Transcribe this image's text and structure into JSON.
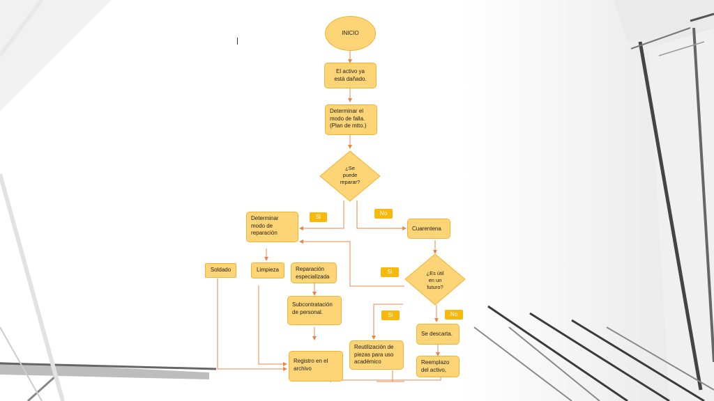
{
  "flowchart": {
    "inicio": "INICIO",
    "activo_danado": "El activo ya\nestá dañado.",
    "determinar_falla": "Determinar el\nmodo de falla.\n(Plan de mtto.)",
    "se_puede_reparar": "¿Se\npuede\nreparar?",
    "determinar_reparacion": "Determinar\nmodo de\nreparación",
    "cuarentena": "Cuarentena",
    "es_util": "¿Es útil\nen un\nfuturo?",
    "soldado": "Soldado",
    "limpieza": "Limpieza",
    "reparacion_especializada": "Reparación\nespecializada",
    "subcontratacion": "Subcontratación\nde personal.",
    "registro": "Registro en el\narchivo",
    "reutilizacion": "Reutilización de\npiezas para uso\nacadémico",
    "se_descarta": "Se descarta.",
    "reemplazo": "Reemplazo\ndel activo,",
    "labels": {
      "si_reparar": "Si",
      "no_reparar": "No",
      "si_util_upper": "Si",
      "si_util_lower": "Si",
      "no_util": "No"
    }
  },
  "colors": {
    "node_fill": "#fdd476",
    "node_border": "#f2b233",
    "tag_fill": "#f7b90e",
    "connector": "#e8854a"
  }
}
